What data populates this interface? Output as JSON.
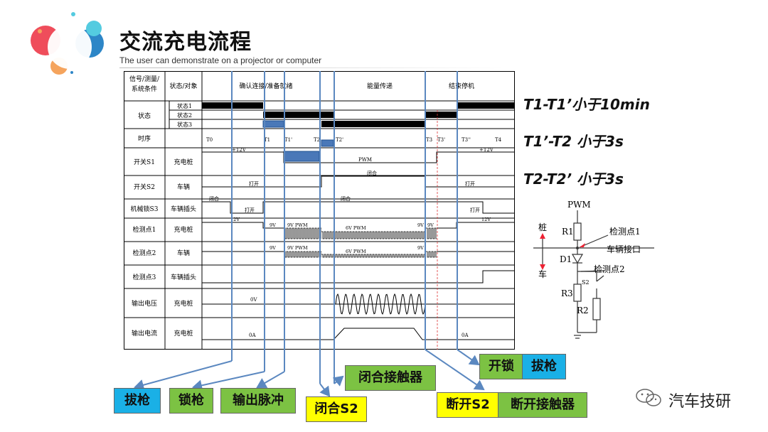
{
  "header": {
    "title": "交流充电流程",
    "subtitle": "The user can demonstrate on a projector or computer"
  },
  "table": {
    "head_signal": [
      "信号/测量/",
      "系统条件"
    ],
    "head_state": "状态/对象",
    "phases": [
      "确认连接/准备就绪",
      "能量传递",
      "结束停机"
    ],
    "rows": [
      {
        "name": "状态",
        "object": ""
      },
      {
        "name": "时序",
        "object": ""
      },
      {
        "name": "开关S1",
        "object": "充电桩"
      },
      {
        "name": "开关S2",
        "object": "车辆"
      },
      {
        "name": "机械锁S3",
        "object": "车辆插头"
      },
      {
        "name": "检测点1",
        "object": "充电桩"
      },
      {
        "name": "检测点2",
        "object": "车辆"
      },
      {
        "name": "检测点3",
        "object": "车辆插头"
      },
      {
        "name": "输出电压",
        "object": "充电桩"
      },
      {
        "name": "输出电流",
        "object": "充电桩"
      }
    ],
    "sub_states": [
      "状态1",
      "状态2",
      "状态3"
    ],
    "time_marks": [
      "T0",
      "T1",
      "T1'",
      "T2",
      "T2'",
      "T3",
      "T3'",
      "T3''",
      "T4"
    ],
    "annotations": {
      "s1_v_start": "+12V",
      "s1_pwm": "PWM",
      "s1_v_end": "+12V",
      "s2_close": "闭合",
      "s2_open": "打开",
      "s2_open_end": "打开",
      "s3_close": "闭合",
      "s3_open": "打开",
      "s3_close2": "闭合",
      "s3_open_end": "打开",
      "p1_12v": "12V",
      "p1_9v": "9V",
      "p1_9vpwm": "9V PWM",
      "p1_6vpwm": "6V PWM",
      "p1_9v_end": "9V",
      "p1_12v_end": "12V",
      "p1_9v_end2": "9V",
      "p2_9v": "9V",
      "p2_9vpwm": "9V PWM",
      "p2_6vpwm": "6V PWM",
      "p2_9v_end": "9V",
      "out_v": "0V",
      "out_i": "0A",
      "out_i_end": "0A"
    }
  },
  "conditions": [
    "T1-T1’小于10min",
    "T1’-T2 小于3s",
    "T2-T2’ 小于3s"
  ],
  "circuit": {
    "pwm": "PWM",
    "r1": "R1",
    "d1": "D1",
    "r3": "R3",
    "r2": "R2",
    "s2": "S2",
    "point1": "检测点1",
    "point2": "检测点2",
    "interface": "车辆接口",
    "pile": "桩",
    "vehicle": "车"
  },
  "tags": [
    "拔枪",
    "锁枪",
    "输出脉冲",
    "闭合S2",
    "闭合接触器",
    "断开S2",
    "断开接触器",
    "开锁",
    "拔枪"
  ],
  "watermark": "汽车技研",
  "colors": {
    "accent_blue": "#1ab0e6",
    "accent_green": "#7cc243",
    "accent_yellow": "#ffff00",
    "arrow_line": "#5b88c0"
  }
}
